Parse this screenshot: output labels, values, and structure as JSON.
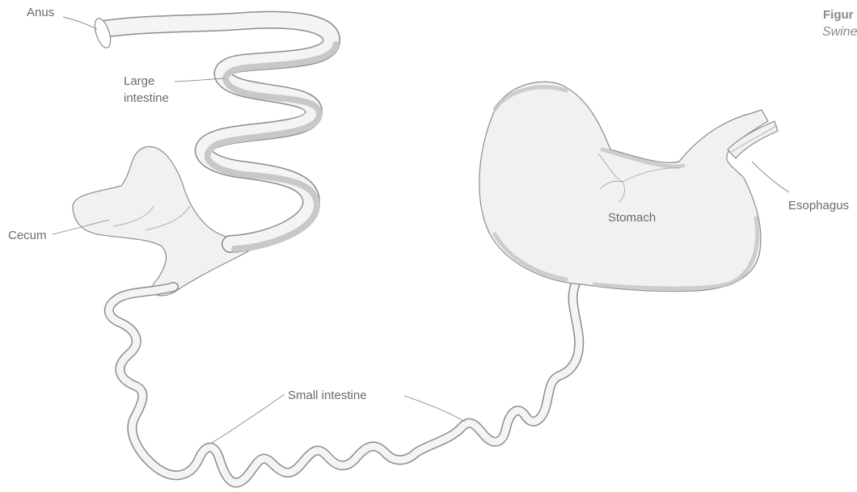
{
  "figure": {
    "title": "Figur",
    "subtitle": "Swine"
  },
  "labels": {
    "anus": "Anus",
    "large_intestine_line1": "Large",
    "large_intestine_line2": "intestine",
    "cecum": "Cecum",
    "stomach": "Stomach",
    "esophagus": "Esophagus",
    "small_intestine": "Small intestine"
  },
  "colors": {
    "outline": "#8c8c8c",
    "fill": "#f1f1f1",
    "label_text": "#6a6a6a"
  }
}
